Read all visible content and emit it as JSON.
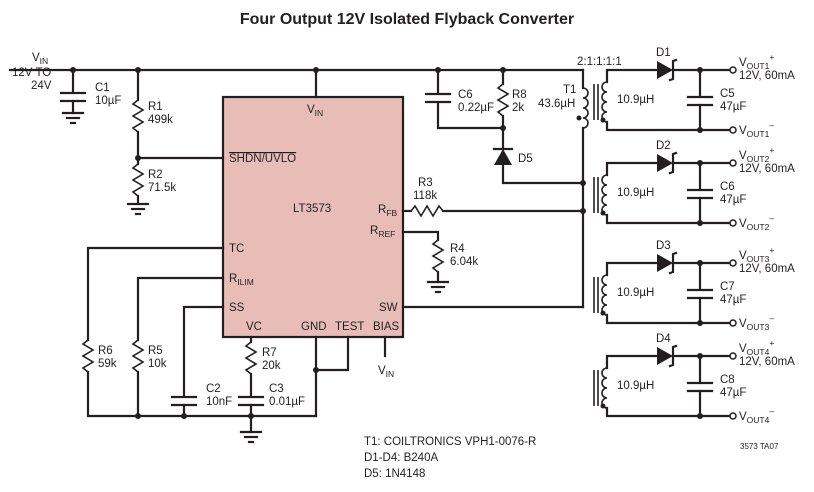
{
  "title": "Four Output 12V Isolated Flyback Converter",
  "input": {
    "vin_label": "V",
    "vin_sub": "IN",
    "vin_value": "12V TO",
    "vin_value2": "24V"
  },
  "ic": {
    "name": "LT3573",
    "pins": {
      "vin": "V",
      "vin_sub": "IN",
      "shdn": "SHDN/UVLO",
      "rfb": "R",
      "rfb_sub": "FB",
      "rref": "R",
      "rref_sub": "REF",
      "tc": "TC",
      "rilim": "R",
      "rilim_sub": "ILIM",
      "ss": "SS",
      "sw": "SW",
      "vc": "VC",
      "gnd": "GND",
      "test": "TEST",
      "bias": "BIAS"
    },
    "bias_label": "V",
    "bias_sub": "IN"
  },
  "components": {
    "c1": {
      "name": "C1",
      "value": "10µF"
    },
    "r1": {
      "name": "R1",
      "value": "499k"
    },
    "r2": {
      "name": "R2",
      "value": "71.5k"
    },
    "c6a": {
      "name": "C6",
      "value": "0.22µF"
    },
    "r8": {
      "name": "R8",
      "value": "2k"
    },
    "d5": {
      "name": "D5"
    },
    "r3": {
      "name": "R3",
      "value": "118k"
    },
    "r4": {
      "name": "R4",
      "value": "6.04k"
    },
    "r6": {
      "name": "R6",
      "value": "59k"
    },
    "r5": {
      "name": "R5",
      "value": "10k"
    },
    "c2": {
      "name": "C2",
      "value": "10nF"
    },
    "r7": {
      "name": "R7",
      "value": "20k"
    },
    "c3": {
      "name": "C3",
      "value": "0.01µF"
    },
    "t1": {
      "name": "T1",
      "value": "43.6µH",
      "ratio": "2:1:1:1:1"
    }
  },
  "outputs": [
    {
      "diode": "D1",
      "cap": "C5",
      "cap_value": "47µF",
      "winding": "10.9µH",
      "vout": "V",
      "sub": "OUT1",
      "sup": "+",
      "spec": "12V, 60mA",
      "ret_sub": "OUT1",
      "ret_sup": "–"
    },
    {
      "diode": "D2",
      "cap": "C6",
      "cap_value": "47µF",
      "winding": "10.9µH",
      "vout": "V",
      "sub": "OUT2",
      "sup": "+",
      "spec": "12V, 60mA",
      "ret_sub": "OUT2",
      "ret_sup": "–"
    },
    {
      "diode": "D3",
      "cap": "C7",
      "cap_value": "47µF",
      "winding": "10.9µH",
      "vout": "V",
      "sub": "OUT3",
      "sup": "+",
      "spec": "12V, 60mA",
      "ret_sub": "OUT3",
      "ret_sup": "–"
    },
    {
      "diode": "D4",
      "cap": "C8",
      "cap_value": "47µF",
      "winding": "10.9µH",
      "vout": "V",
      "sub": "OUT4",
      "sup": "+",
      "spec": "12V, 60mA",
      "ret_sub": "OUT4",
      "ret_sup": "–"
    }
  ],
  "notes": [
    "T1: COILTRONICS VPH1-0076-R",
    "D1-D4: B240A",
    "D5: 1N4148"
  ],
  "figure_id": "3573 TA07",
  "colors": {
    "ic_fill": "#e8bdb8",
    "line": "#231f20"
  }
}
